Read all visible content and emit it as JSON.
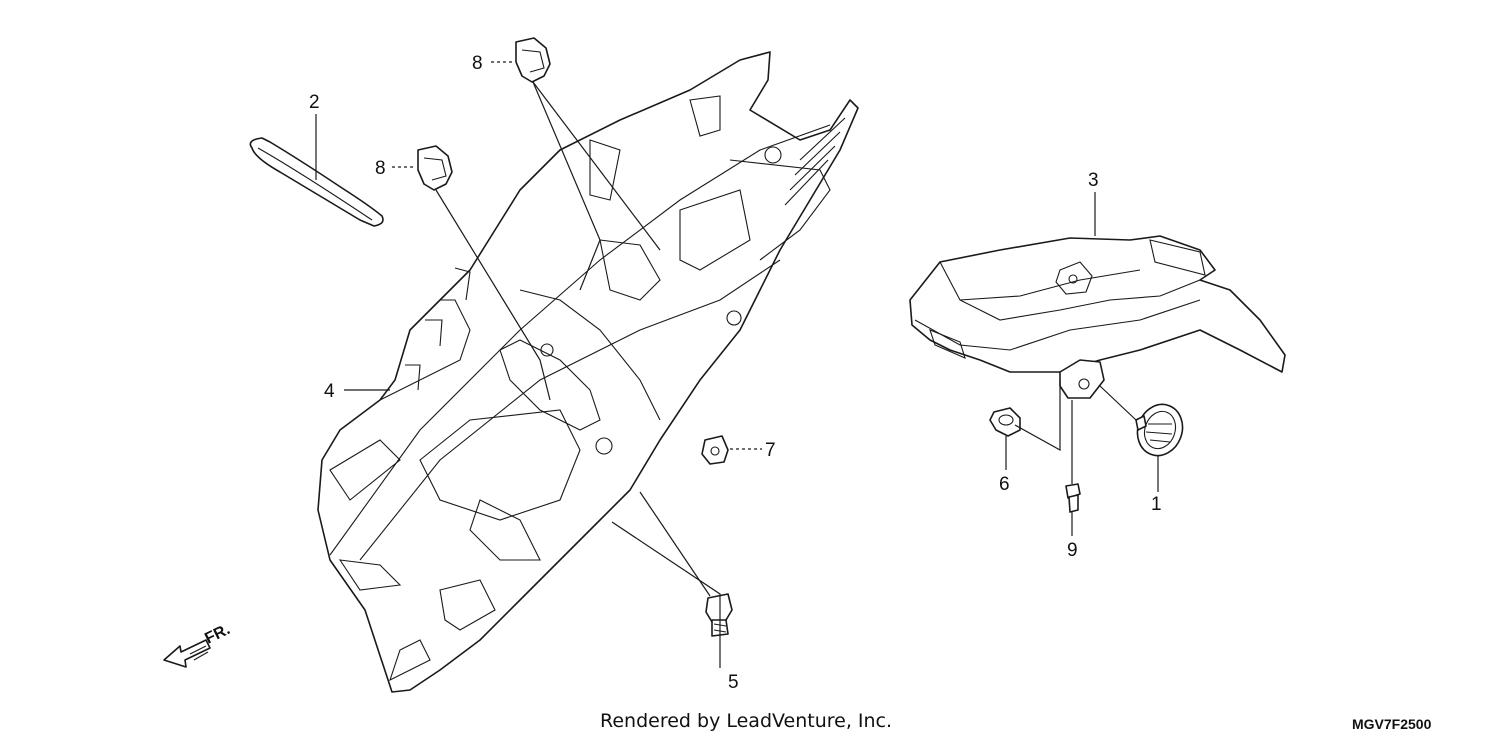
{
  "diagram": {
    "callouts": [
      "1",
      "2",
      "3",
      "4",
      "5",
      "6",
      "7",
      "8",
      "8",
      "9"
    ],
    "direction_label": "FR.",
    "credit": "Rendered by LeadVenture, Inc.",
    "diagram_code": "MGV7F2500"
  }
}
